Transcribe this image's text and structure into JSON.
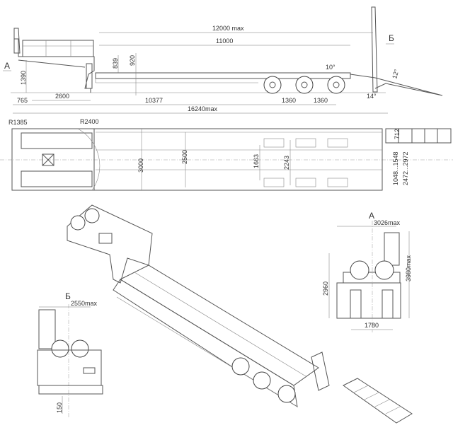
{
  "side_view": {
    "length_max": "12000 max",
    "deck_length": "11000",
    "height_839": "839",
    "height_920": "920",
    "gooseneck_height": "1390",
    "section_a": "А",
    "section_b": "Б",
    "angle_10": "10°",
    "angle_12": "12°",
    "angle_14": "14°",
    "front_overhang": "765",
    "kingpin_to_leg": "2600",
    "kingpin_to_axle": "10377",
    "axle_spacing_1": "1360",
    "axle_spacing_2": "1360",
    "overall_length": "16240max"
  },
  "plan_view": {
    "radius_front": "R1385",
    "radius_swing": "R2400",
    "deck_width": "2500",
    "overall_width": "3000",
    "track_1663": "1663",
    "track_2243": "2243",
    "ramp_width": "712",
    "ramp_spacing_1": "1048...1548",
    "ramp_spacing_2": "2472...2972"
  },
  "view_a": {
    "label": "А",
    "width_max": "3026max",
    "height_2960": "2960",
    "height_max": "3980max",
    "track": "1780"
  },
  "view_b": {
    "label": "Б",
    "width_max": "2550max",
    "ground_clearance": "150"
  }
}
